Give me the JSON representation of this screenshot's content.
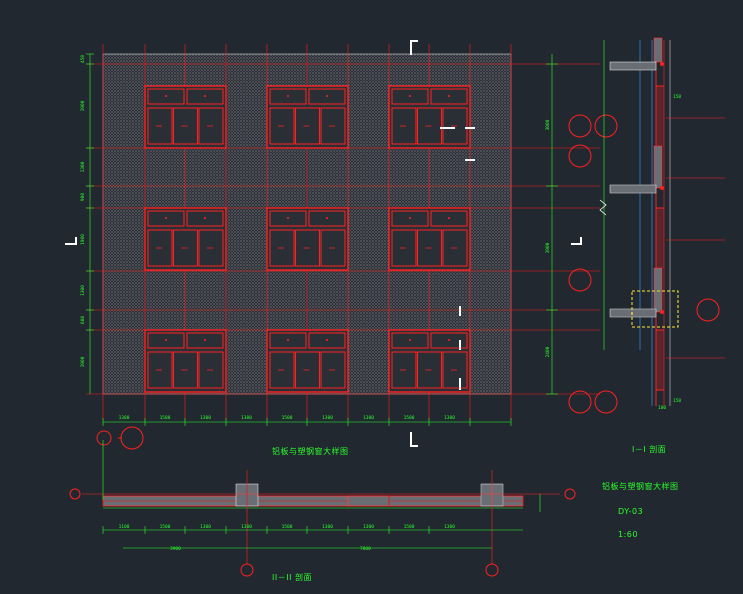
{
  "labels": {
    "elevation_title": "铝板与塑钢窗大样图",
    "section_1_title": "I－I 剖面",
    "section_2_title": "II－II 剖面",
    "drawing_title": "铝板与塑钢窗大样图",
    "drawing_number": "DY-03",
    "scale": "1:60"
  },
  "dims": {
    "bottom_widths": [
      "1300",
      "1500",
      "1300",
      "1300",
      "1500",
      "1300",
      "1300",
      "1500",
      "1300"
    ],
    "section_widths": [
      "1100",
      "1500",
      "1300",
      "1300",
      "1500",
      "1300",
      "1300",
      "1500",
      "1300"
    ],
    "section_totals": [
      "3900",
      "7800"
    ],
    "left_heights": [
      "450",
      "1900",
      "1300",
      "900",
      "1900",
      "1300",
      "600",
      "1900"
    ],
    "right_heights": [
      "3000",
      "3900",
      "2400"
    ],
    "section_tags": [
      "150",
      "100",
      "150"
    ]
  },
  "colors": {
    "background": "#212830",
    "window": "#ff2020",
    "dimension": "#2bff2b",
    "grid": "#ff1a1a",
    "highlight": "#ffee33"
  }
}
